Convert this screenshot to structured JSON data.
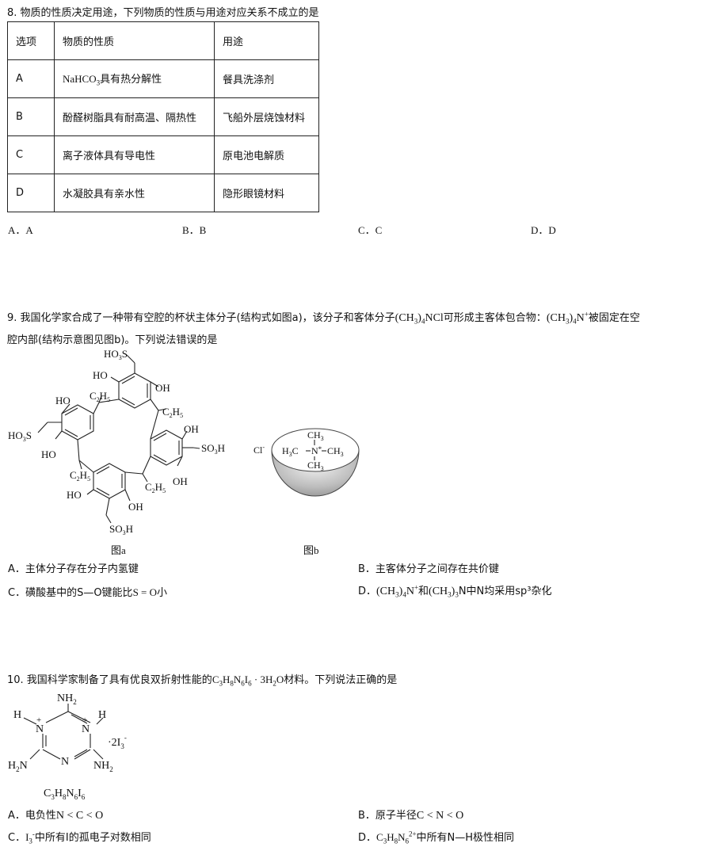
{
  "q8": {
    "stem": "8. 物质的性质决定用途，下列物质的性质与用途对应关系不成立的是",
    "headers": [
      "选项",
      "物质的性质",
      "用途"
    ],
    "rows": [
      {
        "opt": "A",
        "prop_pre": "NaHCO",
        "prop_sub": "3",
        "prop_post": "具有热分解性",
        "use": "餐具洗涤剂"
      },
      {
        "opt": "B",
        "prop": "酚醛树脂具有耐高温、隔热性",
        "use": "飞船外层烧蚀材料"
      },
      {
        "opt": "C",
        "prop": "离子液体具有导电性",
        "use": "原电池电解质"
      },
      {
        "opt": "D",
        "prop": "水凝胶具有亲水性",
        "use": "隐形眼镜材料"
      }
    ],
    "options": [
      "A．A",
      "B．B",
      "C．C",
      "D．D"
    ]
  },
  "q9": {
    "stem_1": "9. 我国化学家合成了一种带有空腔的杯状主体分子(结构式如图a)，该分子和客体分子",
    "formula_guest_a": "(CH",
    "formula_guest_b": "3",
    "formula_guest_c": ")",
    "formula_guest_d": "4",
    "formula_guest_e": "NCl",
    "stem_2": "可形成主客体包合物：",
    "ion_a": "(CH",
    "ion_b": "3",
    "ion_c": ")",
    "ion_d": "4",
    "ion_e": "N",
    "ion_f": "+",
    "stem_3": "被固定在空",
    "stem_4": "腔内部(结构示意图见图b)。下列说法错误的是",
    "fig_a_caption": "图a",
    "fig_b_caption": "图b",
    "fig_a_labels": {
      "so3h_top_a": "HO",
      "so3h_top_b": "3",
      "so3h_top_c": "S",
      "ho": "HO",
      "oh": "OH",
      "c2h5_a": "C",
      "c2h5_b": "2",
      "c2h5_c": "H",
      "c2h5_d": "5",
      "ho3s_a": "HO",
      "ho3s_b": "3",
      "ho3s_c": "S",
      "so3h_a": "SO",
      "so3h_b": "3",
      "so3h_c": "H"
    },
    "fig_b_labels": {
      "cl": "Cl",
      "cl_sup": "-",
      "ch3": "CH",
      "ch3_sub": "3",
      "h3c": "H",
      "h3c_sub": "3",
      "h3c_c": "C",
      "n": "N",
      "star": "*"
    },
    "optA": "A．主体分子存在分子内氢键",
    "optB": "B．主客体分子之间存在共价键",
    "optC_a": "C．磺酸基中的S—O键能比",
    "optC_b": "S = O",
    "optC_c": "小",
    "optD_a": "D．",
    "optD_b": "(CH",
    "optD_c": "3",
    "optD_d": ")",
    "optD_e": "4",
    "optD_f": "N",
    "optD_g": "+",
    "optD_h": "和",
    "optD_i": "(CH",
    "optD_j": "3",
    "optD_k": ")",
    "optD_l": "3",
    "optD_m": "N中N均采用sp³杂化"
  },
  "q10": {
    "stem_a": "10. 我国科学家制备了具有优良双折射性能的",
    "stem_f1": "C",
    "stem_f2": "3",
    "stem_f3": "H",
    "stem_f4": "8",
    "stem_f5": "N",
    "stem_f6": "6",
    "stem_f7": "I",
    "stem_f8": "6",
    "stem_f9": " · 3H",
    "stem_f10": "2",
    "stem_f11": "O",
    "stem_b": "材料。下列说法正确的是",
    "struct": {
      "nh2": "NH",
      "nh2_sub": "2",
      "h": "H",
      "n": "N",
      "plus": "+",
      "h2n": "H",
      "h2n_sub": "2",
      "h2n_n": "N",
      "i3_pre": "·2I",
      "i3_sub": "3",
      "i3_sup": "-"
    },
    "formula_label": {
      "a": "C",
      "b": "3",
      "c": "H",
      "d": "8",
      "e": "N",
      "f": "6",
      "g": "I",
      "h": "6"
    },
    "optA_a": "A．电负性",
    "optA_b": "N < C < O",
    "optB_a": "B．原子半径",
    "optB_b": "C < N < O",
    "optC_a": "C．",
    "optC_b": "I",
    "optC_c": "3",
    "optC_d": "-",
    "optC_e": "中所有I的孤电子对数相同",
    "optD_a": "D．",
    "optD_b": "C",
    "optD_c": "3",
    "optD_d": "H",
    "optD_e": "8",
    "optD_f": "N",
    "optD_g": "6",
    "optD_h": "2+",
    "optD_i": "中所有N—H极性相同"
  }
}
